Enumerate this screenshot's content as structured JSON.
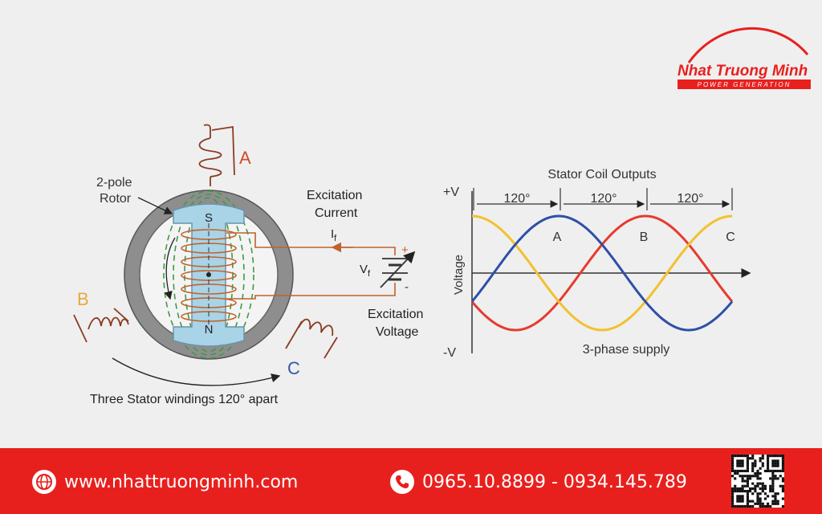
{
  "brand": {
    "name": "Nhat Truong Minh",
    "tagline": "POWER GENERATION",
    "accent": "#e8201d"
  },
  "generator": {
    "rotor_label_line1": "2-pole",
    "rotor_label_line2": "Rotor",
    "pole_s": "S",
    "pole_n": "N",
    "winding_a": "A",
    "winding_b": "B",
    "winding_c": "C",
    "excitation_current_line1": "Excitation",
    "excitation_current_line2": "Current",
    "current_symbol": "I",
    "current_sub": "f",
    "voltage_symbol": "V",
    "voltage_sub": "f",
    "plus": "+",
    "minus": "-",
    "excitation_voltage_line1": "Excitation",
    "excitation_voltage_line2": "Voltage",
    "caption": "Three Stator windings 120° apart"
  },
  "chart_data": {
    "type": "line",
    "title": "Stator Coil Outputs",
    "xlabel": "3-phase supply",
    "ylabel": "Voltage",
    "y_top_label": "+V",
    "y_bottom_label": "-V",
    "phase_spacing_labels": [
      "120°",
      "120°",
      "120°"
    ],
    "peak_labels": [
      "A",
      "B",
      "C"
    ],
    "x_range_degrees": [
      0,
      360
    ],
    "ylim": [
      -1,
      1
    ],
    "series": [
      {
        "color": "#e63b2e",
        "phase_deg": 0
      },
      {
        "color": "#f2c12e",
        "phase_deg": 120
      },
      {
        "color": "#2f4fa8",
        "phase_deg": 240
      }
    ]
  },
  "footer": {
    "website": "www.nhattruongminh.com",
    "phone": "0965.10.8899 - 0934.145.789",
    "globe_icon": "globe-icon",
    "phone_icon": "phone-icon"
  }
}
